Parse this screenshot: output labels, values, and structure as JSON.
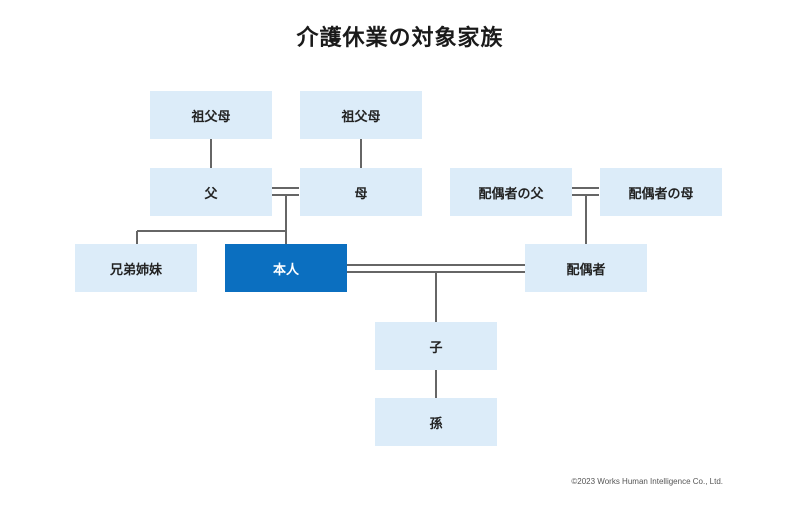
{
  "title": "介護休業の対象家族",
  "nodes": {
    "grandparent_left": "祖父母",
    "grandparent_right": "祖父母",
    "father": "父",
    "mother": "母",
    "spouse_father": "配偶者の父",
    "spouse_mother": "配偶者の母",
    "siblings": "兄弟姉妹",
    "self": "本人",
    "spouse": "配偶者",
    "child": "子",
    "grandchild": "孫"
  },
  "copyright": "©2023 Works Human Intelligence Co., Ltd.",
  "colors": {
    "box_fill": "#dcecf9",
    "highlight_fill": "#0b6fc0",
    "line": "#666666"
  }
}
